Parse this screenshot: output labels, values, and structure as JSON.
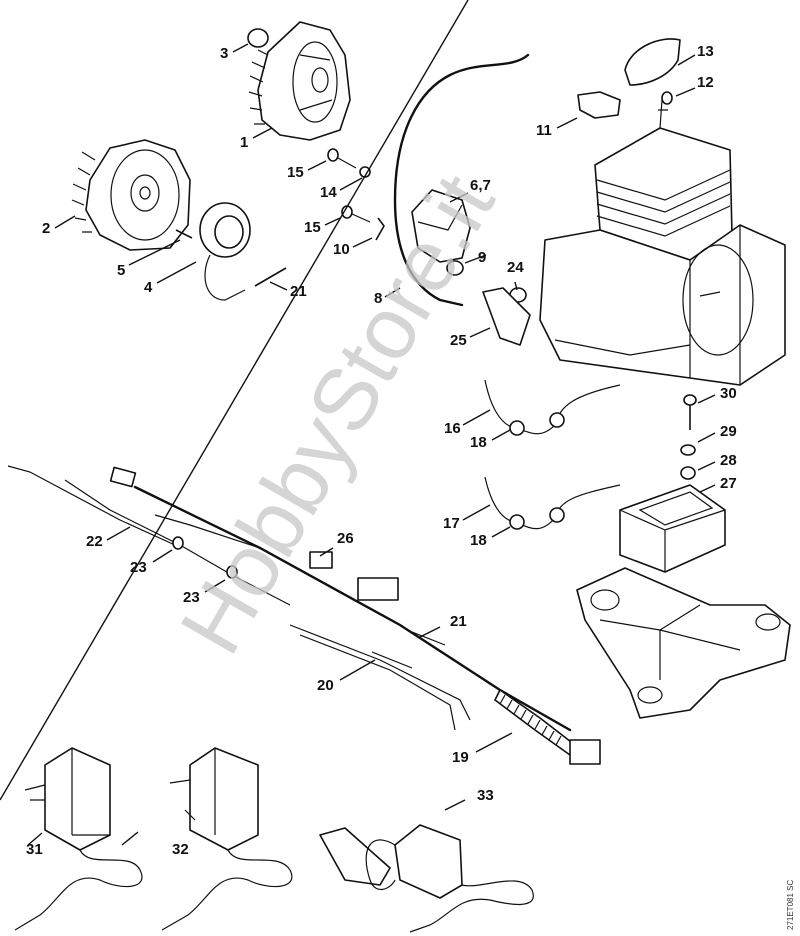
{
  "diagram": {
    "title": "Ignition system / electrical parts exploded view",
    "drawing_code": "271ET081 SC",
    "watermark": "HobbyStore.it",
    "callouts": [
      {
        "id": "c1",
        "label": "1",
        "part": "fan-housing-flywheel"
      },
      {
        "id": "c2",
        "label": "2",
        "part": "flywheel"
      },
      {
        "id": "c3",
        "label": "3",
        "part": "nut"
      },
      {
        "id": "c4",
        "label": "4",
        "part": "generator-coil"
      },
      {
        "id": "c5",
        "label": "5",
        "part": "screw"
      },
      {
        "id": "c67",
        "label": "6,7",
        "part": "ignition-module"
      },
      {
        "id": "c8",
        "label": "8",
        "part": "ignition-lead"
      },
      {
        "id": "c9",
        "label": "9",
        "part": "grommet"
      },
      {
        "id": "c10",
        "label": "10",
        "part": "clip"
      },
      {
        "id": "c11",
        "label": "11",
        "part": "spark-plug-boot"
      },
      {
        "id": "c12",
        "label": "12",
        "part": "spring"
      },
      {
        "id": "c13",
        "label": "13",
        "part": "cap"
      },
      {
        "id": "c14",
        "label": "14",
        "part": "washer"
      },
      {
        "id": "c15a",
        "label": "15",
        "part": "screw"
      },
      {
        "id": "c15b",
        "label": "15",
        "part": "screw"
      },
      {
        "id": "c16",
        "label": "16",
        "part": "short-circuit-wire"
      },
      {
        "id": "c17",
        "label": "17",
        "part": "ground-wire"
      },
      {
        "id": "c18a",
        "label": "18",
        "part": "grommet"
      },
      {
        "id": "c18b",
        "label": "18",
        "part": "grommet"
      },
      {
        "id": "c19",
        "label": "19",
        "part": "wiring-harness-connector"
      },
      {
        "id": "c20",
        "label": "20",
        "part": "wiring-harness"
      },
      {
        "id": "c21a",
        "label": "21",
        "part": "hose-sleeve"
      },
      {
        "id": "c21b",
        "label": "21",
        "part": "hose-sleeve"
      },
      {
        "id": "c22",
        "label": "22",
        "part": "cable"
      },
      {
        "id": "c23a",
        "label": "23",
        "part": "grommet"
      },
      {
        "id": "c23b",
        "label": "23",
        "part": "grommet"
      },
      {
        "id": "c24",
        "label": "24",
        "part": "spring"
      },
      {
        "id": "c25",
        "label": "25",
        "part": "contact-spring"
      },
      {
        "id": "c26",
        "label": "26",
        "part": "connector"
      },
      {
        "id": "c27",
        "label": "27",
        "part": "control-unit"
      },
      {
        "id": "c28",
        "label": "28",
        "part": "sleeve"
      },
      {
        "id": "c29",
        "label": "29",
        "part": "washer"
      },
      {
        "id": "c30",
        "label": "30",
        "part": "screw"
      },
      {
        "id": "c31",
        "label": "31",
        "part": "charger-eu-plug"
      },
      {
        "id": "c32",
        "label": "32",
        "part": "charger-uk-plug"
      },
      {
        "id": "c33",
        "label": "33",
        "part": "car-charger"
      }
    ]
  }
}
